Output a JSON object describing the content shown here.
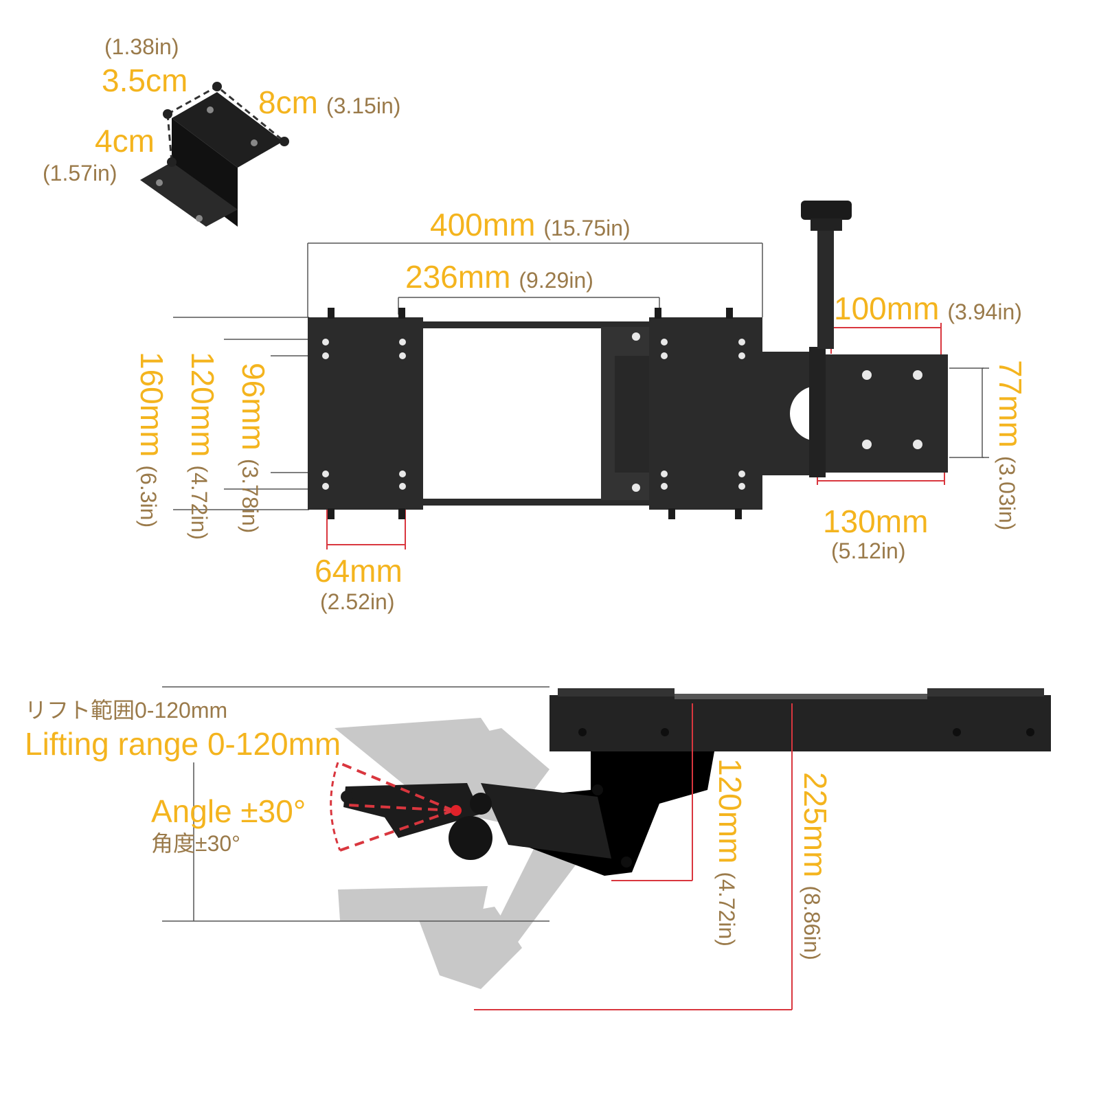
{
  "bracket": {
    "depth_in": "(1.38in)",
    "depth_cm": "3.5cm",
    "width_cm": "8cm",
    "width_in": "(3.15in)",
    "height_cm": "4cm",
    "height_in": "(1.57in)"
  },
  "top_view": {
    "overall_width_mm": "400mm",
    "overall_width_in": "(15.75in)",
    "inner_width_mm": "236mm",
    "inner_width_in": "(9.29in)",
    "plate_width_mm": "100mm",
    "plate_width_in": "(3.94in)",
    "height_160_mm": "160mm",
    "height_160_in": "(6.3in)",
    "height_120_mm": "120mm",
    "height_120_in": "(4.72in)",
    "height_96_mm": "96mm",
    "height_96_in": "(3.78in)",
    "spacing_64_mm": "64mm",
    "spacing_64_in": "(2.52in)",
    "plate_len_mm": "130mm",
    "plate_len_in": "(5.12in)",
    "plate_height_mm": "77mm",
    "plate_height_in": "(3.03in)"
  },
  "side_view": {
    "lift_jp": "リフト範囲0-120mm",
    "lift_en": "Lifting range 0-120mm",
    "angle_en": "Angle ±30°",
    "angle_jp": "角度±30°",
    "drop_mm": "120mm",
    "drop_in": "(4.72in)",
    "total_mm": "225mm",
    "total_in": "(8.86in)"
  },
  "colors": {
    "dimension_orange": "#f4b41e",
    "dimension_brown": "#9a7a4a",
    "metal_black": "#222222",
    "ghost_grey": "#c8c8c8",
    "guide_red": "#d9363e"
  }
}
